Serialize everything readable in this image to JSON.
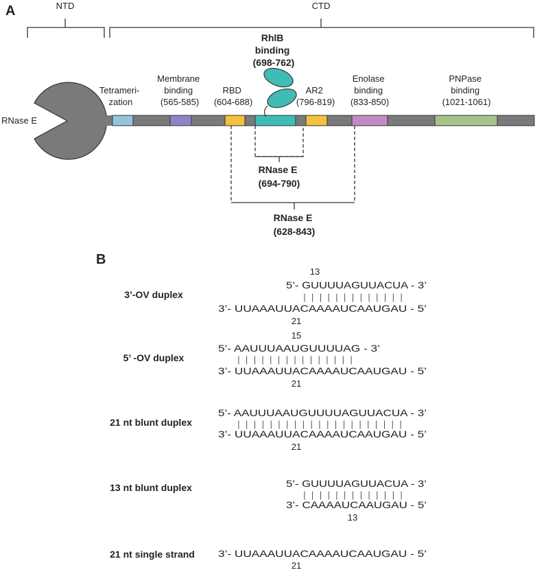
{
  "panel_a": {
    "label": "A",
    "ntd": "NTD",
    "ctd": "CTD",
    "rnase_e": "RNase E",
    "domains": {
      "tetramerization": [
        "Tetrameri-",
        "zation"
      ],
      "membrane": [
        "Membrane",
        "binding",
        "(565-585)"
      ],
      "rbd": [
        "RBD",
        "(604-688)"
      ],
      "rhlb": [
        "RhlB",
        "binding",
        "(698-762)"
      ],
      "ar2": [
        "AR2",
        "(796-819)"
      ],
      "enolase": [
        "Enolase",
        "binding",
        "(833-850)"
      ],
      "pnpase": [
        "PNPase",
        "binding",
        "(1021-1061)"
      ]
    },
    "constructs": {
      "c1": [
        "RNase E",
        "(694-790)"
      ],
      "c2": [
        "RNase E",
        "(628-843)"
      ]
    },
    "colors": {
      "body": "#7a7a7a",
      "tetramerization": "#92c5dc",
      "membrane": "#8f84c8",
      "rbd": "#f5c03e",
      "rhlb": "#3fbcb6",
      "ar2": "#f5c03e",
      "enolase": "#c28ac4",
      "pnpase": "#a6c48a"
    }
  },
  "panel_b": {
    "label": "B",
    "duplexes": [
      {
        "name": "3’-OV duplex",
        "top_pos": "13",
        "top": "5’- GUUUUAGUUACUA - 3’",
        "pairs": "| | | | | | | | | | | | |",
        "bottom": "3’- UUAAAUUACAAAAUCAAUGAU - 5’",
        "bottom_pos": "21"
      },
      {
        "name": "5’ -OV duplex",
        "top_pos": "15",
        "top": "5’- AAUUUAAUGUUUUAG - 3’",
        "pairs": "| | | | | | | | | | | | | | |",
        "bottom": "3’- UUAAAUUACAAAAUCAAUGAU - 5’",
        "bottom_pos": "21"
      },
      {
        "name": "21 nt blunt duplex",
        "top": "5’- AAUUUAAUGUUUUAGUUACUA - 3’",
        "pairs": "| | | | | | | | | | | | | | | | | | | | |",
        "bottom": "3’- UUAAAUUACAAAAUCAAUGAU - 5’",
        "bottom_pos": "21"
      },
      {
        "name": "13 nt blunt duplex",
        "top": "5’- GUUUUAGUUACUA - 3’",
        "pairs": "| | | | | | | | | | | | |",
        "bottom": "3’- CAAAAUCAAUGAU - 5’",
        "bottom_pos": "13"
      },
      {
        "name": "21 nt single strand",
        "bottom": "3’- UUAAAUUACAAAAUCAAUGAU - 5’",
        "bottom_pos": "21"
      }
    ]
  }
}
